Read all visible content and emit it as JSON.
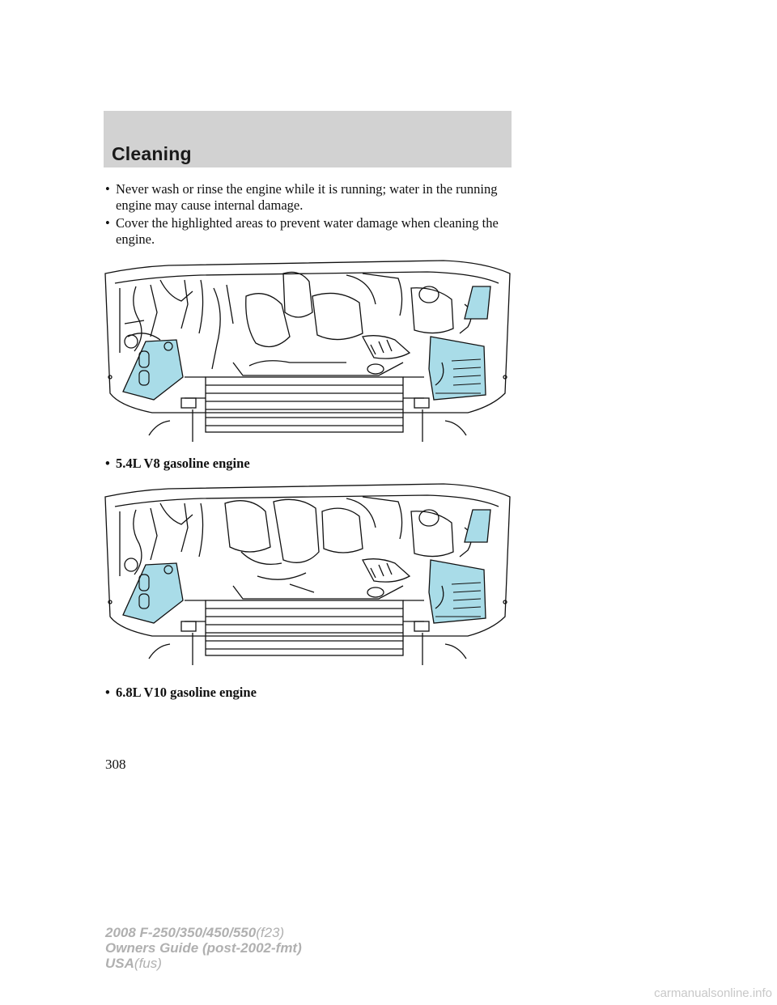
{
  "header": {
    "title": "Cleaning"
  },
  "bullets": [
    {
      "symbol": "•",
      "text": "Never wash or rinse the engine while it is running; water in the running engine may cause internal damage."
    },
    {
      "symbol": "•",
      "text": "Cover the highlighted areas to prevent water damage when cleaning the engine."
    }
  ],
  "figures": [
    {
      "caption_symbol": "•",
      "caption": "5.4L V8 gasoline engine"
    },
    {
      "caption_symbol": "•",
      "caption": "6.8L V10 gasoline engine"
    }
  ],
  "colors": {
    "highlight": "#a9dce8",
    "header_band": "#d2d2d2",
    "footer_text": "#b0b0b0"
  },
  "page_number": "308",
  "footer": {
    "line1_bold": "2008 F-250/350/450/550",
    "line1_light": "(f23)",
    "line2_bold": "Owners Guide (post-2002-fmt)",
    "line3_bold": "USA",
    "line3_light": "(fus)"
  },
  "watermark": "carmanualsonline.info"
}
